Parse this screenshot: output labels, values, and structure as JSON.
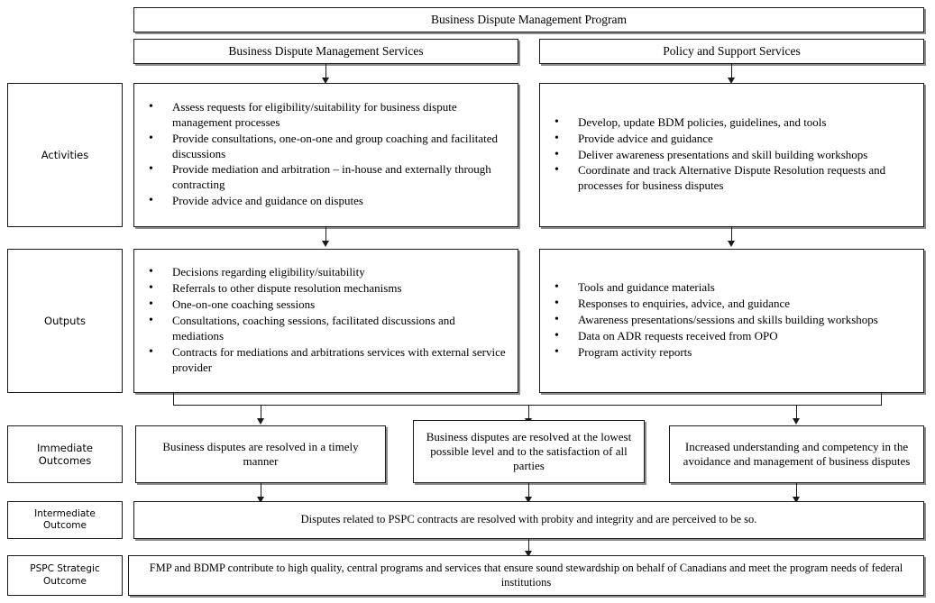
{
  "diagram": {
    "title": "Business Dispute Management Program",
    "program_title": "Business Dispute Management Program",
    "streams": {
      "left": "Business Dispute Management Services",
      "right": "Policy and Support Services"
    },
    "row_labels": {
      "activities": "Activities",
      "outputs": "Outputs",
      "immediate_outcomes": "Immediate\nOutcomes",
      "immediate_outcomes_line1": "Immediate",
      "immediate_outcomes_line2": "Outcomes",
      "intermediate_outcome_line1": "Intermediate",
      "intermediate_outcome_line2": "Outcome",
      "strategic_outcome_line1": "PSPC Strategic",
      "strategic_outcome_line2": "Outcome"
    },
    "activities": {
      "left": [
        "Assess requests for eligibility/suitability for business dispute management processes",
        "Provide consultations, one-on-one and group coaching and facilitated discussions",
        "Provide mediation and arbitration – in-house and externally through contracting",
        "Provide advice and guidance on disputes"
      ],
      "right": [
        "Develop, update BDM policies, guidelines, and tools",
        "Provide advice and guidance",
        "Deliver awareness  presentations and skill building workshops",
        "Coordinate and track Alternative Dispute Resolution requests and processes for business    disputes"
      ]
    },
    "outputs": {
      "left": [
        "Decisions regarding eligibility/suitability",
        "Referrals to other dispute resolution mechanisms",
        "One-on-one coaching sessions",
        "Consultations, coaching sessions, facilitated discussions and mediations",
        "Contracts for mediations and arbitrations services with external service provider"
      ],
      "right": [
        "Tools and guidance materials",
        "Responses to enquiries, advice, and guidance",
        "Awareness presentations/sessions and skills building workshops",
        "Data on ADR requests received from OPO",
        "Program activity reports"
      ]
    },
    "immediate_outcomes": [
      "Business disputes are resolved in a timely manner",
      "Business disputes are resolved at the lowest possible level and to the satisfaction of all parties",
      "Increased understanding and competency in the avoidance and management of business disputes"
    ],
    "intermediate_outcome": "Disputes related to PSPC contracts are resolved with probity and integrity and are perceived to be so.",
    "strategic_outcome": "FMP and BDMP contribute to high quality, central programs and services that ensure sound stewardship on behalf of Canadians and meet the program needs of federal institutions",
    "colors": {
      "border": "#1a1a1a",
      "shadow": "#8c8c8c",
      "background": "#ffffff",
      "text": "#000000"
    }
  }
}
